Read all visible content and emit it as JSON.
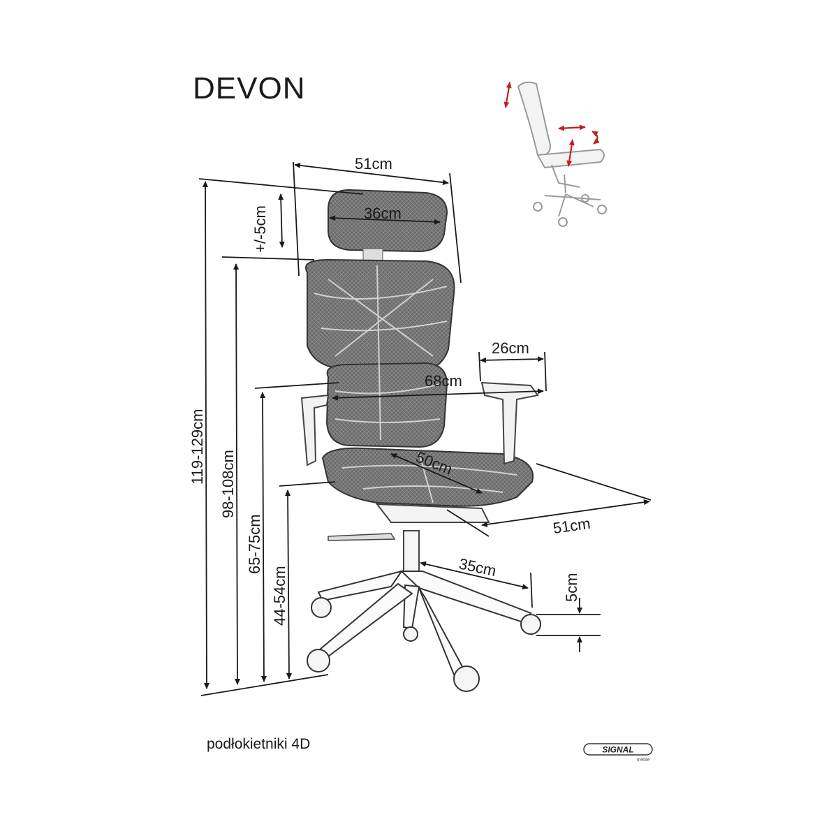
{
  "title": "DEVON",
  "footnote": "podłokietniki 4D",
  "logo": {
    "brand": "SIGNAL",
    "sub": "meble"
  },
  "dimensions": {
    "headrest_outer_width": "51cm",
    "headrest_inner_width": "36cm",
    "headrest_adjust": "+/-5cm",
    "total_height": "119-129cm",
    "backrest_height": "98-108cm",
    "armrest_height": "65-75cm",
    "seat_height": "44-54cm",
    "armrest_length": "26cm",
    "armrest_span": "68cm",
    "seat_depth": "50cm",
    "seat_width": "51cm",
    "base_radius": "35cm",
    "wheel_height": "5cm"
  },
  "colors": {
    "line": "#1a1a1a",
    "mesh": "#555555",
    "accent_arrow": "#c0201c"
  }
}
